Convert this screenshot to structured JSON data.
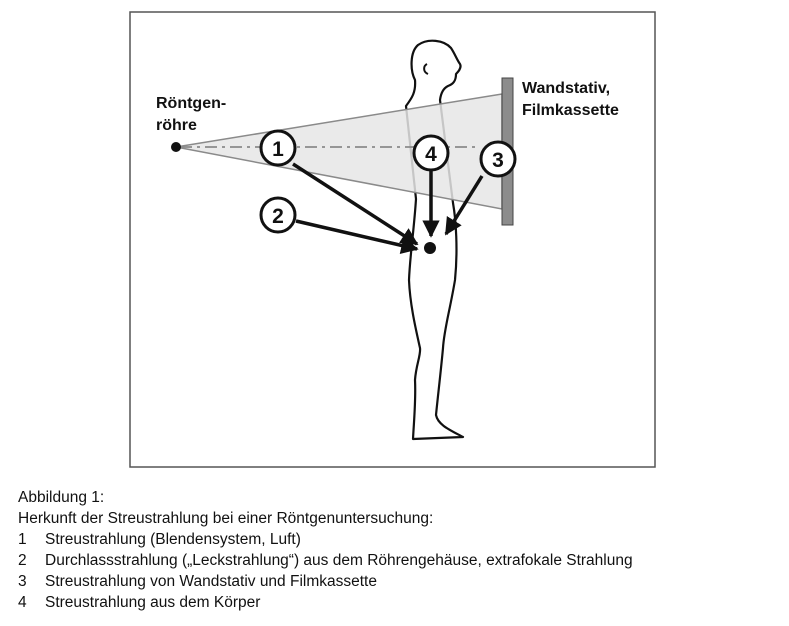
{
  "figure": {
    "tube_label_line1": "Röntgen-",
    "tube_label_line2": "röhre",
    "stand_label_line1": "Wandstativ,",
    "stand_label_line2": "Filmkassette",
    "markers": [
      "1",
      "2",
      "3",
      "4"
    ],
    "colors": {
      "beam": "#e6e6e6",
      "beam_edge": "#8a8a8a",
      "cassette": "#8c8c8c",
      "ink": "#111111"
    }
  },
  "caption": {
    "title": "Abbildung 1:",
    "subtitle": "Herkunft der Streustrahlung bei einer Röntgenuntersuchung:",
    "items": [
      {
        "n": "1",
        "text": "Streustrahlung (Blendensystem, Luft)"
      },
      {
        "n": "2",
        "text": "Durchlassstrahlung („Leckstrahlung“) aus dem Röhrengehäuse, extrafokale Strahlung"
      },
      {
        "n": "3",
        "text": "Streustrahlung von Wandstativ und Filmkassette"
      },
      {
        "n": "4",
        "text": "Streustrahlung aus dem Körper"
      }
    ]
  }
}
